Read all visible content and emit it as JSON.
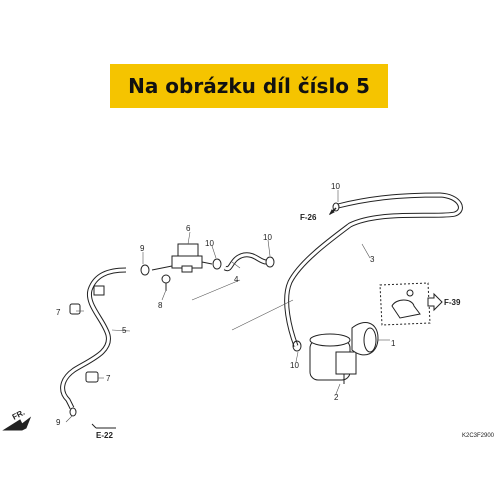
{
  "banner": {
    "text": "Na obrázku díl číslo 5",
    "color": "#f5c400"
  },
  "callouts": {
    "p1": "1",
    "p2": "2",
    "p3": "3",
    "p4": "4",
    "p5": "5",
    "p6": "6",
    "p7a": "7",
    "p7b": "7",
    "p8": "8",
    "p9a": "9",
    "p9b": "9",
    "p10a": "10",
    "p10b": "10",
    "p10c": "10",
    "p10d": "10"
  },
  "refs": {
    "f26": "F-26",
    "f39": "F-39",
    "e22": "E-22",
    "fr": "FR."
  },
  "diagram_code": "K2C3F2900"
}
